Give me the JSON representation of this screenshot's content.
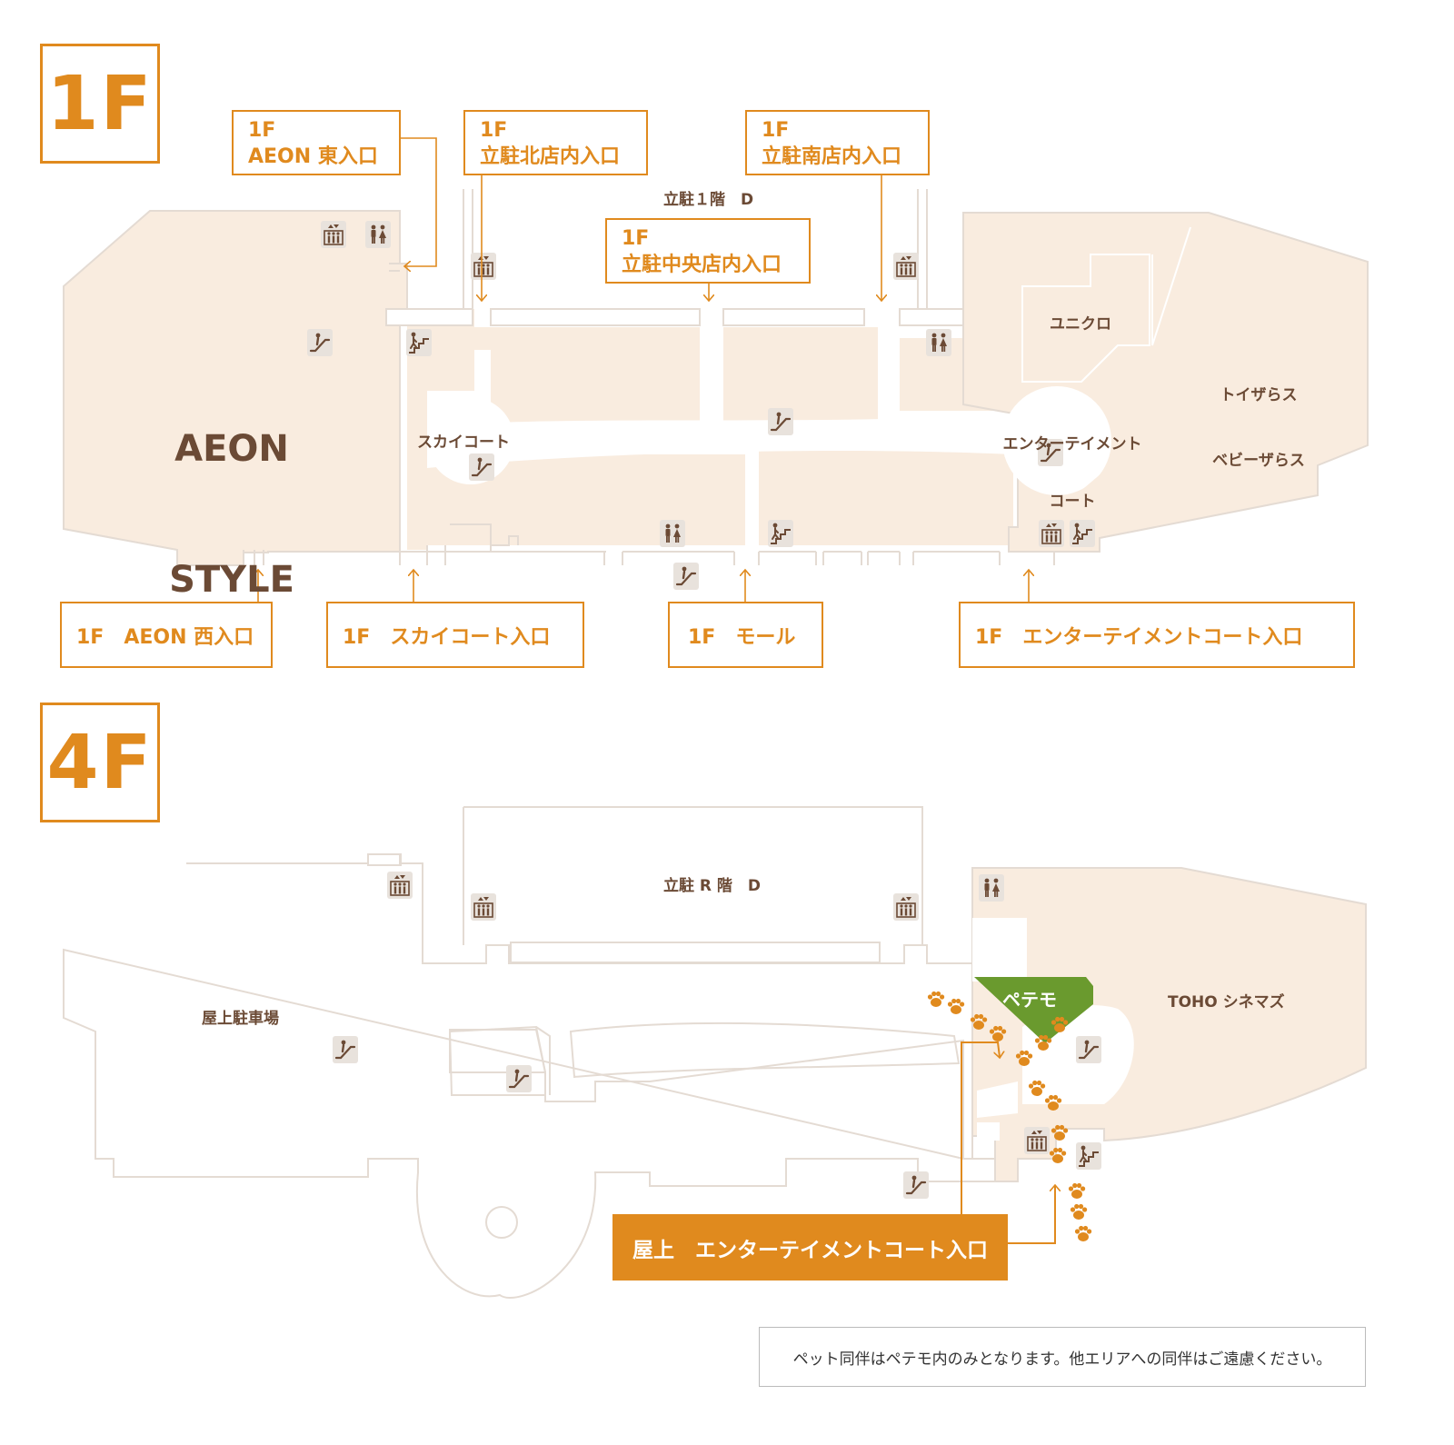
{
  "floors": {
    "first": {
      "label": "1F"
    },
    "fourth": {
      "label": "4F"
    }
  },
  "entrances_1f": {
    "aeon_east": {
      "line1": "1F",
      "line2": "AEON 東入口"
    },
    "north": {
      "line1": "1F",
      "line2": "立駐北店内入口"
    },
    "central": {
      "line1": "1F",
      "line2": "立駐中央店内入口"
    },
    "south": {
      "line1": "1F",
      "line2": "立駐南店内入口"
    },
    "aeon_west": "1F　AEON 西入口",
    "sky_court": "1F　スカイコート入口",
    "mall": "1F　モール",
    "entertainment_court": "1F　エンターテイメントコート入口"
  },
  "labels_1f": {
    "parking": "立駐１階　D",
    "aeon_style_line1": "AEON",
    "aeon_style_line2": "STYLE",
    "sky_court": "スカイコート",
    "uniqlo": "ユニクロ",
    "toys_line1": "トイザらス",
    "toys_line2": "ベビーザらス",
    "ent_court_line1": "エンターテイメント",
    "ent_court_line2": "コート"
  },
  "labels_4f": {
    "parking": "立駐 R 階　D",
    "rooftop_parking": "屋上駐車場",
    "toho": "TOHO シネマズ",
    "petemo": "ペテモ",
    "rooftop_entrance": "屋上　エンターテイメントコート入口"
  },
  "note": "ペット同伴はペテモ内のみとなります。他エリアへの同伴はご遠慮ください。",
  "colors": {
    "accent": "#e08a1e",
    "floor": "#f9ecdf",
    "outline": "#e4dbd3",
    "green": "#6a9a2e",
    "text": "#6b4a35",
    "icon_bg": "#e8e2dc",
    "icon_fg": "#6b4a35"
  },
  "icons": [
    "elevator-icon",
    "restroom-icon",
    "escalator-icon",
    "stairs-icon",
    "paw-icon",
    "arrow-icon"
  ]
}
